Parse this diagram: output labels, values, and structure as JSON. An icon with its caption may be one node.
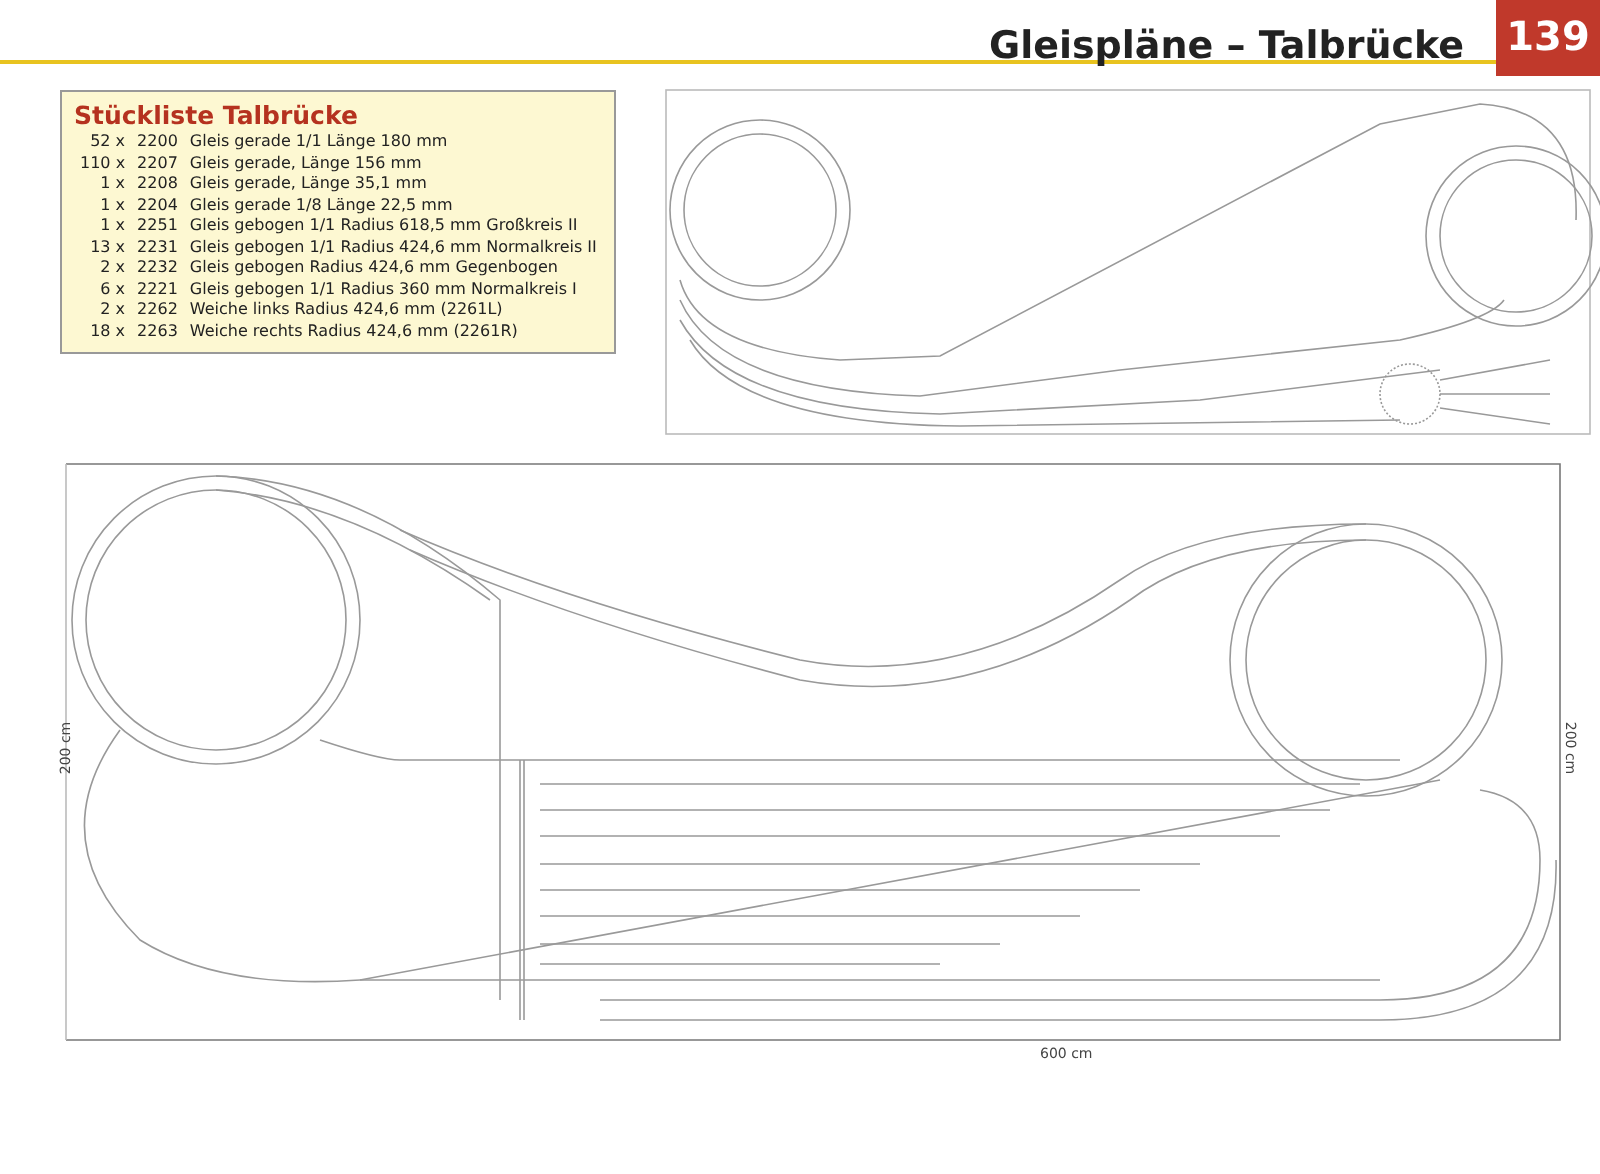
{
  "diagram": {
    "title": "Gleispläne – Talbrücke",
    "labels": [
      "139",
      "Stückliste Talbrücke",
      "52 x",
      "2200",
      "Gleis gerade 1/1 Länge 180 mm",
      "110 x",
      "2207",
      "Gleis gerade, Länge 156 mm",
      "1 x",
      "2208",
      "Gleis gerade, Länge 35,1 mm",
      "1 x",
      "2204",
      "Gleis gerade 1/8 Länge 22,5 mm",
      "1 x",
      "2251",
      "Gleis gebogen 1/1 Radius 618,5 mm Großkreis II",
      "13 x",
      "2231",
      "Gleis gebogen 1/1 Radius 424,6 mm Normalkreis II",
      "2 x",
      "2232",
      "Gleis gebogen Radius 424,6 mm Gegenbogen",
      "6 x",
      "2221",
      "Gleis gebogen 1/1 Radius 360 mm Normalkreis I",
      "2 x",
      "2262",
      "Weiche links Radius 424,6 mm (2261L)",
      "18 x",
      "2263",
      "Weiche rechts Radius 424,6 mm (2261R)",
      "200 cm",
      "600 cm",
      "200 cm"
    ]
  }
}
